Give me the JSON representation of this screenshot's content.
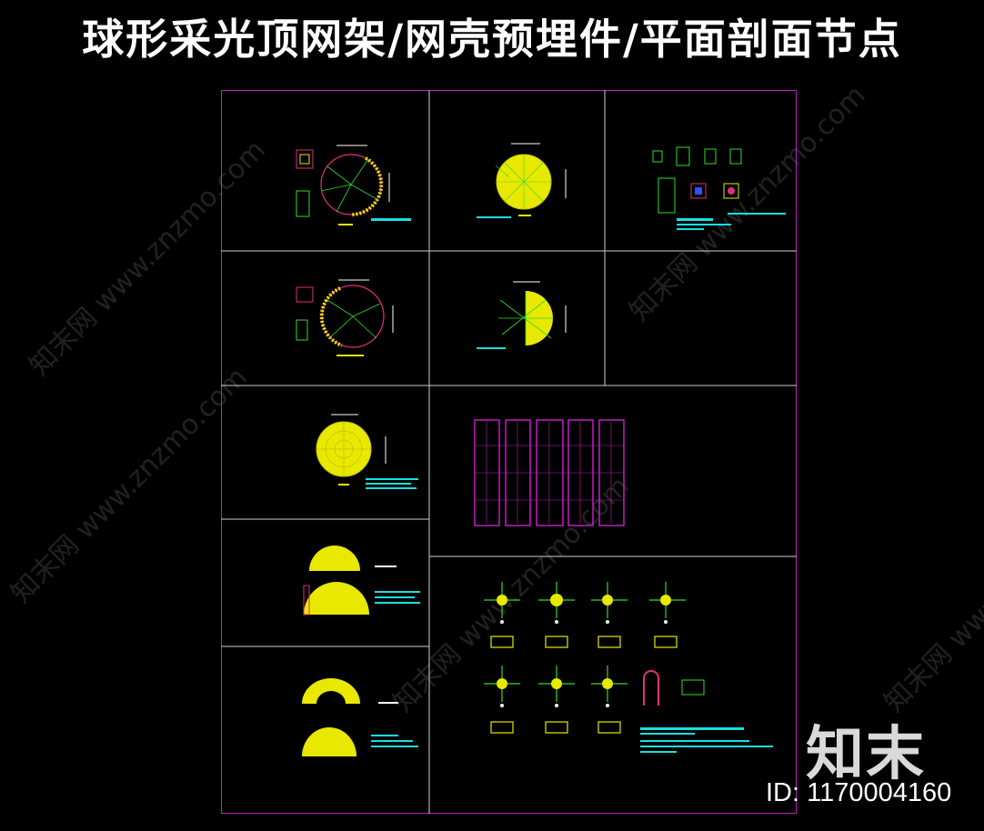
{
  "title": "球形采光顶网架/网壳预埋件/平面剖面节点",
  "watermark": {
    "logo_text": "知末",
    "id_text": "ID: 1170004160",
    "diagonal_text": "知末网 www.znzmo.com"
  },
  "colors": {
    "frame": "#c21fc2",
    "grid_line": "#cfcfcf",
    "steel": "#e8e800",
    "member": "#2fdc2f",
    "circle": "#e0307a",
    "cyan": "#16e0e0",
    "magenta_panel": "#c21fc2"
  }
}
